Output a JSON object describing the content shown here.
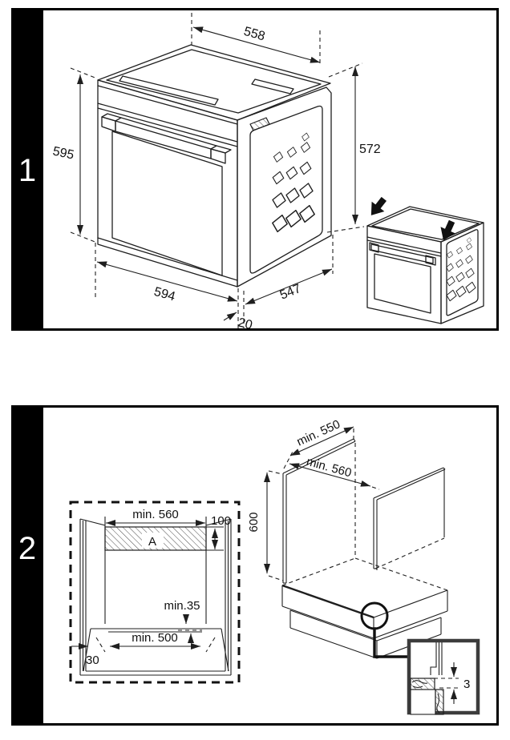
{
  "page": {
    "background": "#ffffff",
    "line_color": "#1f1f1f"
  },
  "figure1": {
    "number": "1",
    "description": "oven-outer-dimensions-and-carrying",
    "dimensions": {
      "top_width": "558",
      "front_height": "595",
      "rear_height": "572",
      "bottom_width": "594",
      "side_depth": "547",
      "front_overhang": "20"
    }
  },
  "figure2": {
    "number": "2",
    "description": "cabinet-niche-installation-dimensions",
    "niche_front_view": {
      "top_clearance_width": "min. 560",
      "vent_area_height": "100",
      "vent_area_label": "A",
      "base_clearance": "min.35",
      "base_opening_width": "min. 500",
      "plinth_angle": "30"
    },
    "cabinet_iso_view": {
      "depth": "min. 550",
      "inner_width": "min. 560",
      "inner_height": "600",
      "rear_panel_gap": "3"
    }
  }
}
